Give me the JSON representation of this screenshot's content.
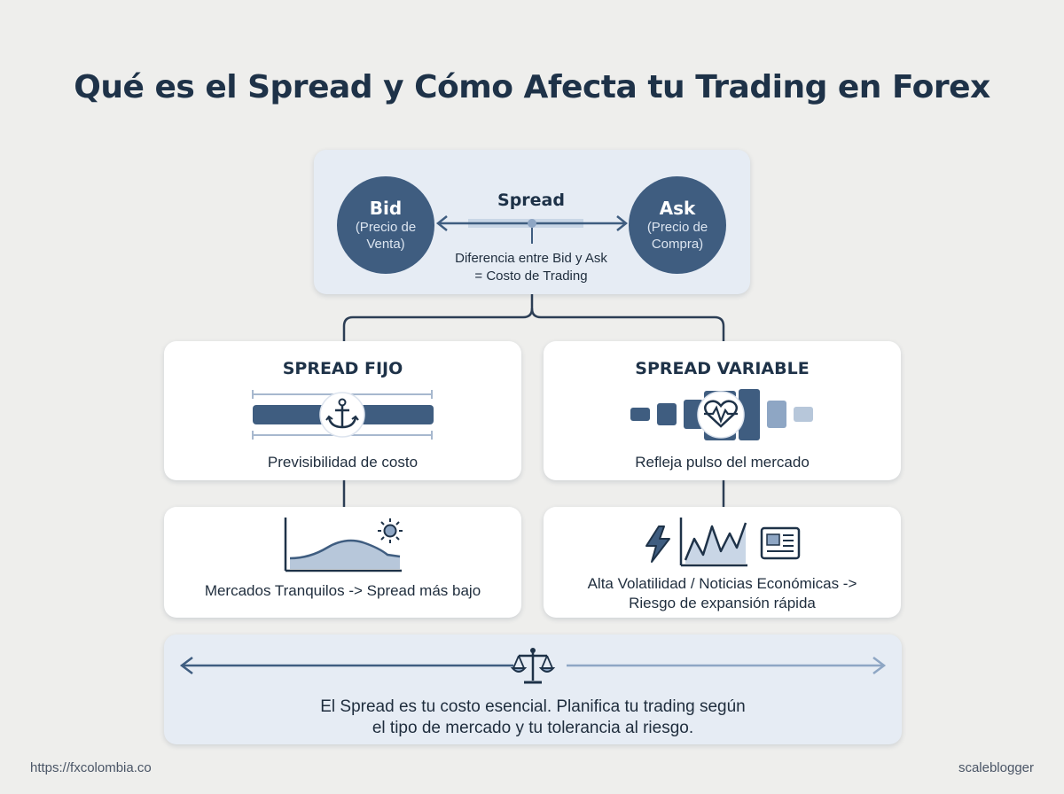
{
  "title": "Qué es el Spread y Cómo Afecta tu Trading en Forex",
  "top": {
    "bid": {
      "label": "Bid",
      "sub_1": "(Precio de",
      "sub_2": "Venta)"
    },
    "ask": {
      "label": "Ask",
      "sub_1": "(Precio de",
      "sub_2": "Compra)"
    },
    "spread_label": "Spread",
    "description_1": "Diferencia entre Bid y Ask",
    "description_2": "= Costo de Trading"
  },
  "fixed": {
    "heading": "SPREAD FIJO",
    "caption": "Previsibilidad de costo",
    "detail": "Mercados Tranquilos -> Spread más bajo",
    "icons": [
      "anchor-icon",
      "sun-icon",
      "calm-wave-chart-icon"
    ]
  },
  "variable": {
    "heading": "SPREAD VARIABLE",
    "caption": "Refleja pulso del mercado",
    "detail_1": "Alta Volatilidad / Noticias Económicas ->",
    "detail_2": "Riesgo de expansión rápida",
    "icons": [
      "heartbeat-icon",
      "lightning-icon",
      "volatile-chart-icon",
      "newspaper-icon"
    ]
  },
  "conclusion": {
    "line_1": "El Spread es tu costo esencial. Planifica tu trading según",
    "line_2": "el tipo de mercado y tu tolerancia al riesgo.",
    "icon": "balance-scale-icon"
  },
  "footer": {
    "source": "https://fxcolombia.co",
    "brand": "scaleblogger"
  },
  "colors": {
    "primary": "#3f5d80",
    "dark": "#1e3248",
    "light": "#8ea6c4",
    "panel": "#e6ecf4"
  }
}
